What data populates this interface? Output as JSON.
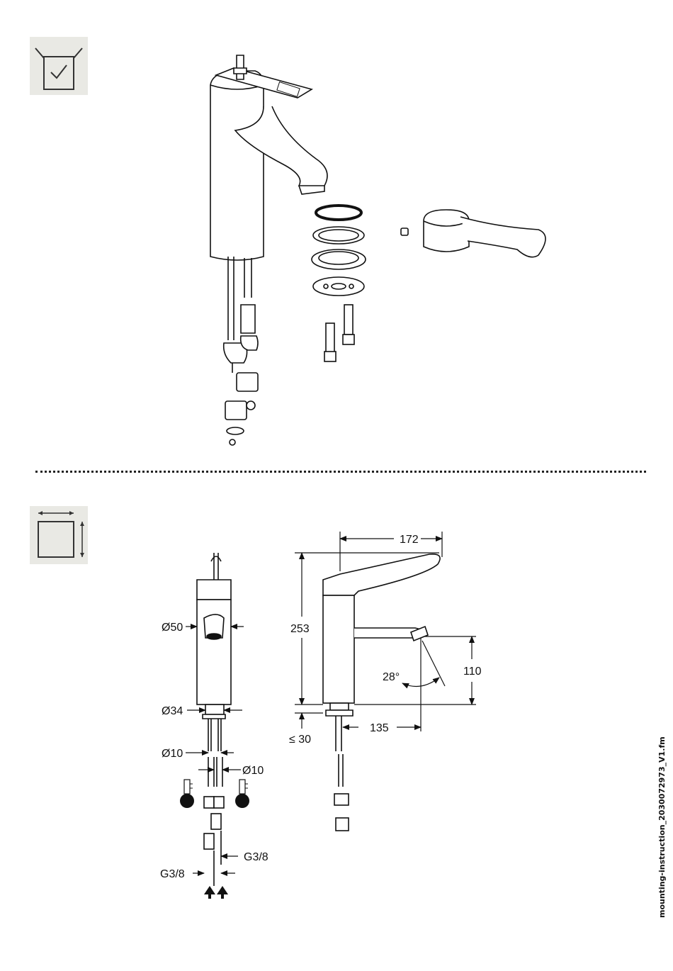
{
  "icons": {
    "checklist": "box-check-icon",
    "dimensions": "square-dimension-icon"
  },
  "dimensions": {
    "d50": "Ø50",
    "d34": "Ø34",
    "d10_left": "Ø10",
    "d10_right": "Ø10",
    "g38_left": "G3/8",
    "g38_right": "G3/8",
    "width_172": "172",
    "height_253": "253",
    "height_110": "110",
    "angle_28": "28°",
    "reach_135": "135",
    "max_30": "≤ 30"
  },
  "footer": {
    "file_name": "mounting-instruction_2030072973_V1.fm"
  }
}
